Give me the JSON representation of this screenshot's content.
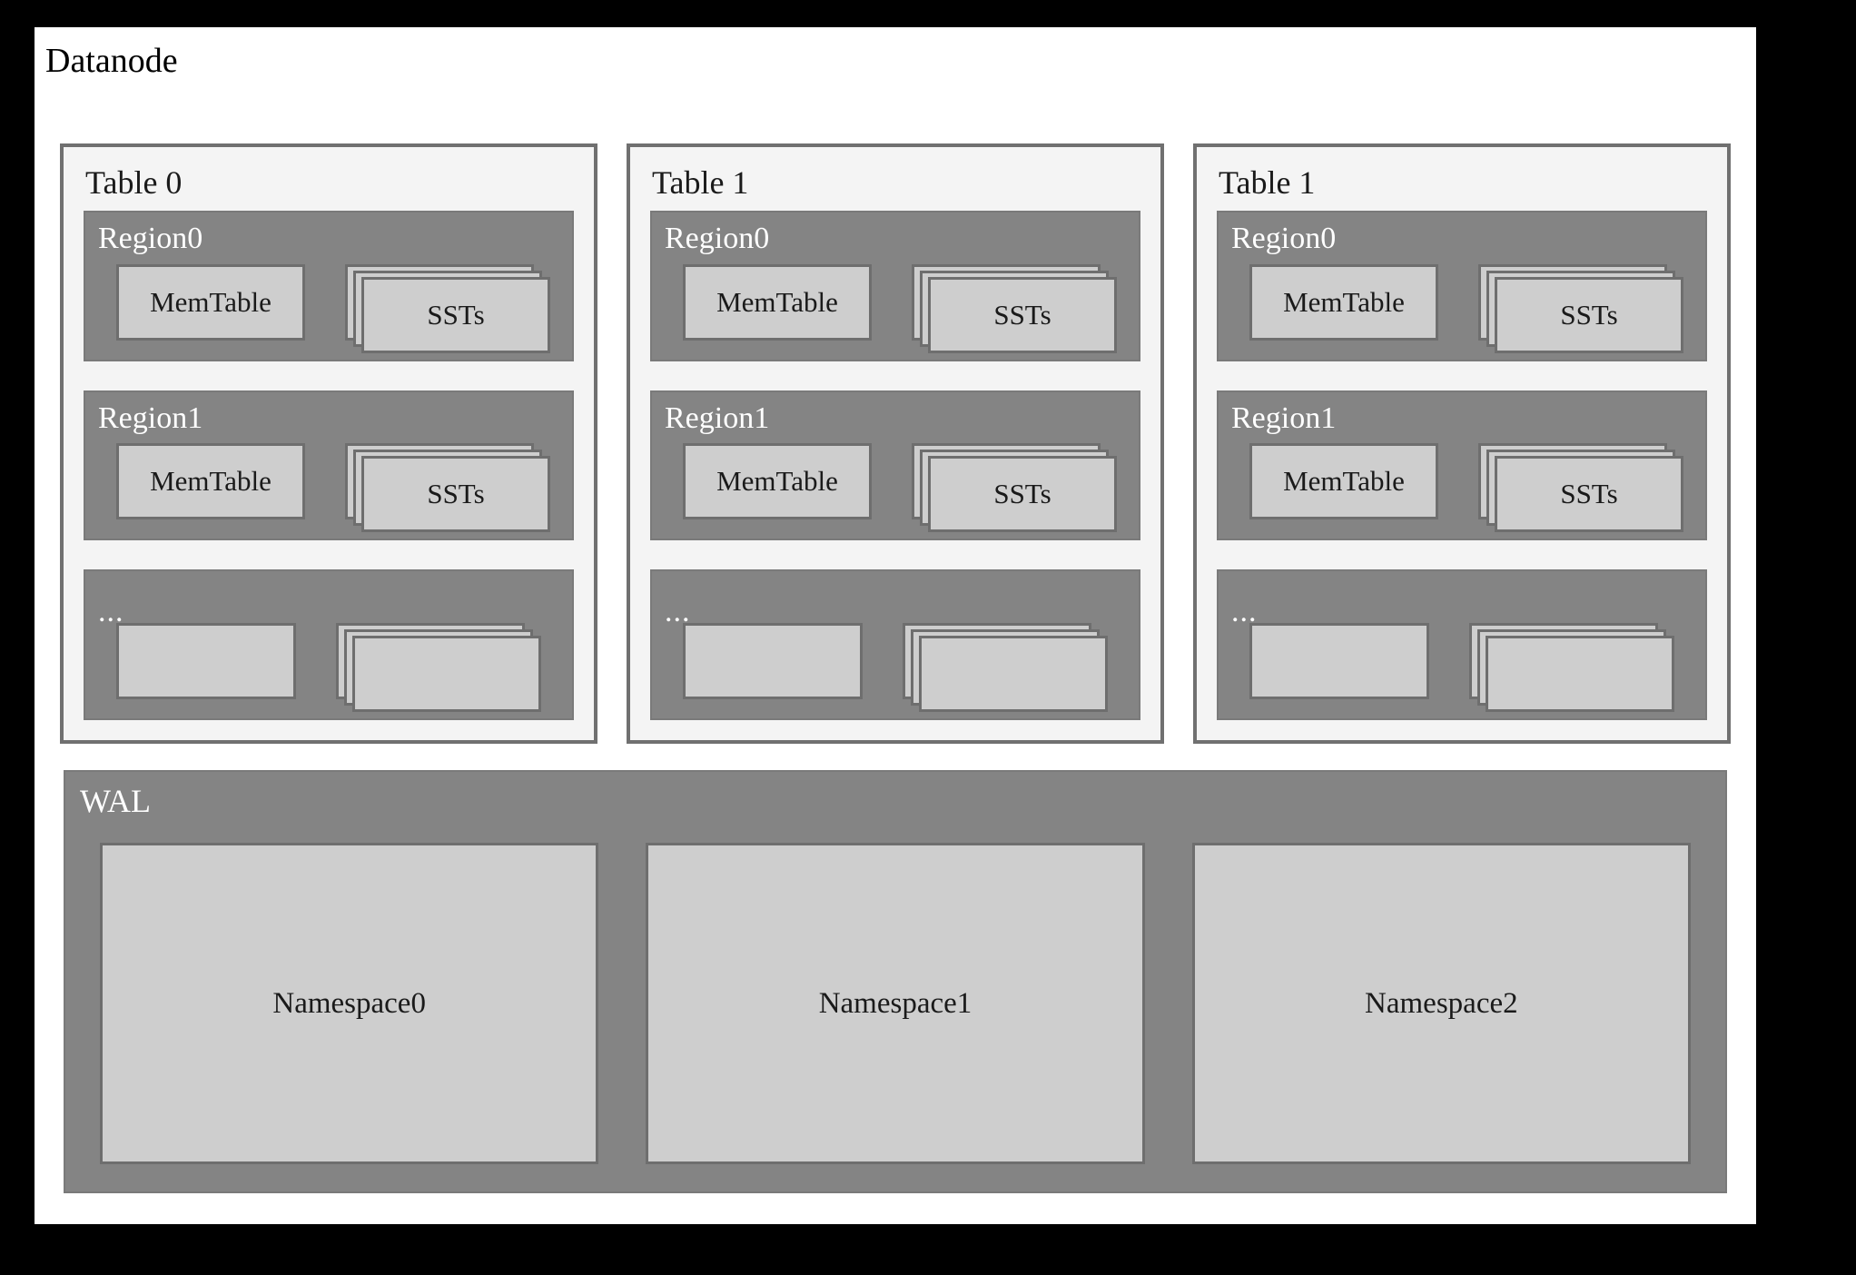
{
  "diagram": {
    "title": "Datanode",
    "background_color": "#ffffff",
    "frame_color": "#000000",
    "panel_fill": "#f4f4f4",
    "region_fill": "#848484",
    "box_fill": "#cecece",
    "border_color": "#6e6e6e",
    "label_dark": "#1a1a1a",
    "label_light": "#ffffff"
  },
  "tables": [
    {
      "title": "Table 0",
      "regions": [
        {
          "title": "Region0",
          "memtable_label": "MemTable",
          "ssts_label": "SSTs",
          "sst_count": 3
        },
        {
          "title": "Region1",
          "memtable_label": "MemTable",
          "ssts_label": "SSTs",
          "sst_count": 3
        },
        {
          "title": "...",
          "memtable_label": "",
          "ssts_label": "",
          "sst_count": 3
        }
      ]
    },
    {
      "title": "Table 1",
      "regions": [
        {
          "title": "Region0",
          "memtable_label": "MemTable",
          "ssts_label": "SSTs",
          "sst_count": 3
        },
        {
          "title": "Region1",
          "memtable_label": "MemTable",
          "ssts_label": "SSTs",
          "sst_count": 3
        },
        {
          "title": "...",
          "memtable_label": "",
          "ssts_label": "",
          "sst_count": 3
        }
      ]
    },
    {
      "title": "Table 1",
      "regions": [
        {
          "title": "Region0",
          "memtable_label": "MemTable",
          "ssts_label": "SSTs",
          "sst_count": 3
        },
        {
          "title": "Region1",
          "memtable_label": "MemTable",
          "ssts_label": "SSTs",
          "sst_count": 3
        },
        {
          "title": "...",
          "memtable_label": "",
          "ssts_label": "",
          "sst_count": 3
        }
      ]
    }
  ],
  "wal": {
    "title": "WAL",
    "namespaces": [
      {
        "label": "Namespace0"
      },
      {
        "label": "Namespace1"
      },
      {
        "label": "Namespace2"
      }
    ]
  }
}
